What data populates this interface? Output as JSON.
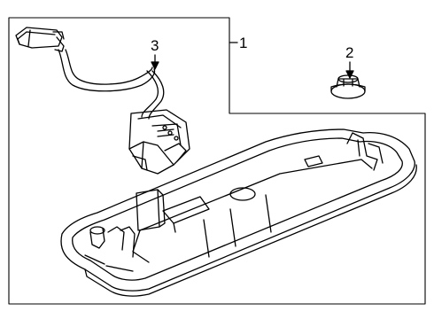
{
  "callouts": {
    "housing": "1",
    "nut": "2",
    "harness": "3"
  },
  "colors": {
    "line": "#000000",
    "background": "#ffffff"
  }
}
